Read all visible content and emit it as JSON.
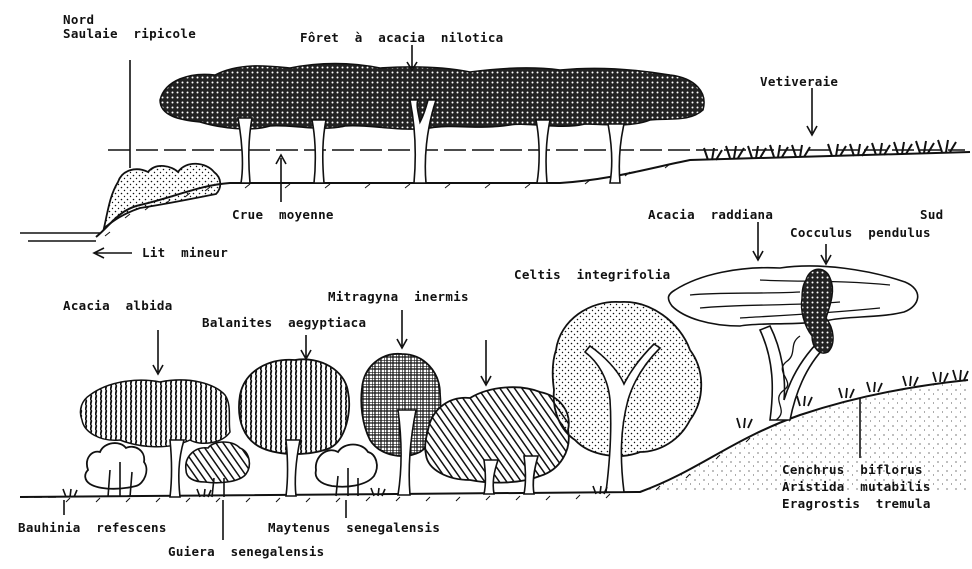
{
  "top_profile": {
    "nord": "Nord",
    "saulaie": "Saulaie  ripicole",
    "foret": "Fôret  à  acacia  nilotica",
    "vetiveraie": "Vetiveraie",
    "crue": "Crue  moyenne",
    "lit": "Lit  mineur"
  },
  "bottom_profile": {
    "acacia_raddiana": "Acacia  raddiana",
    "sud": "Sud",
    "cocculus": "Cocculus  pendulus",
    "celtis": "Celtis  integrifolia",
    "mitragyna": "Mitragyna  inermis",
    "acacia_albida": "Acacia  albida",
    "balanites": "Balanites  aegyptiaca",
    "cenchrus": "Cenchrus  biflorus",
    "aristida": "Aristida  mutabilis",
    "eragrostis": "Eragrostis  tremula",
    "bauhinia": "Bauhinia  refescens",
    "maytenus": "Maytenus  senegalensis",
    "guiera": "Guiera  senegalensis"
  }
}
